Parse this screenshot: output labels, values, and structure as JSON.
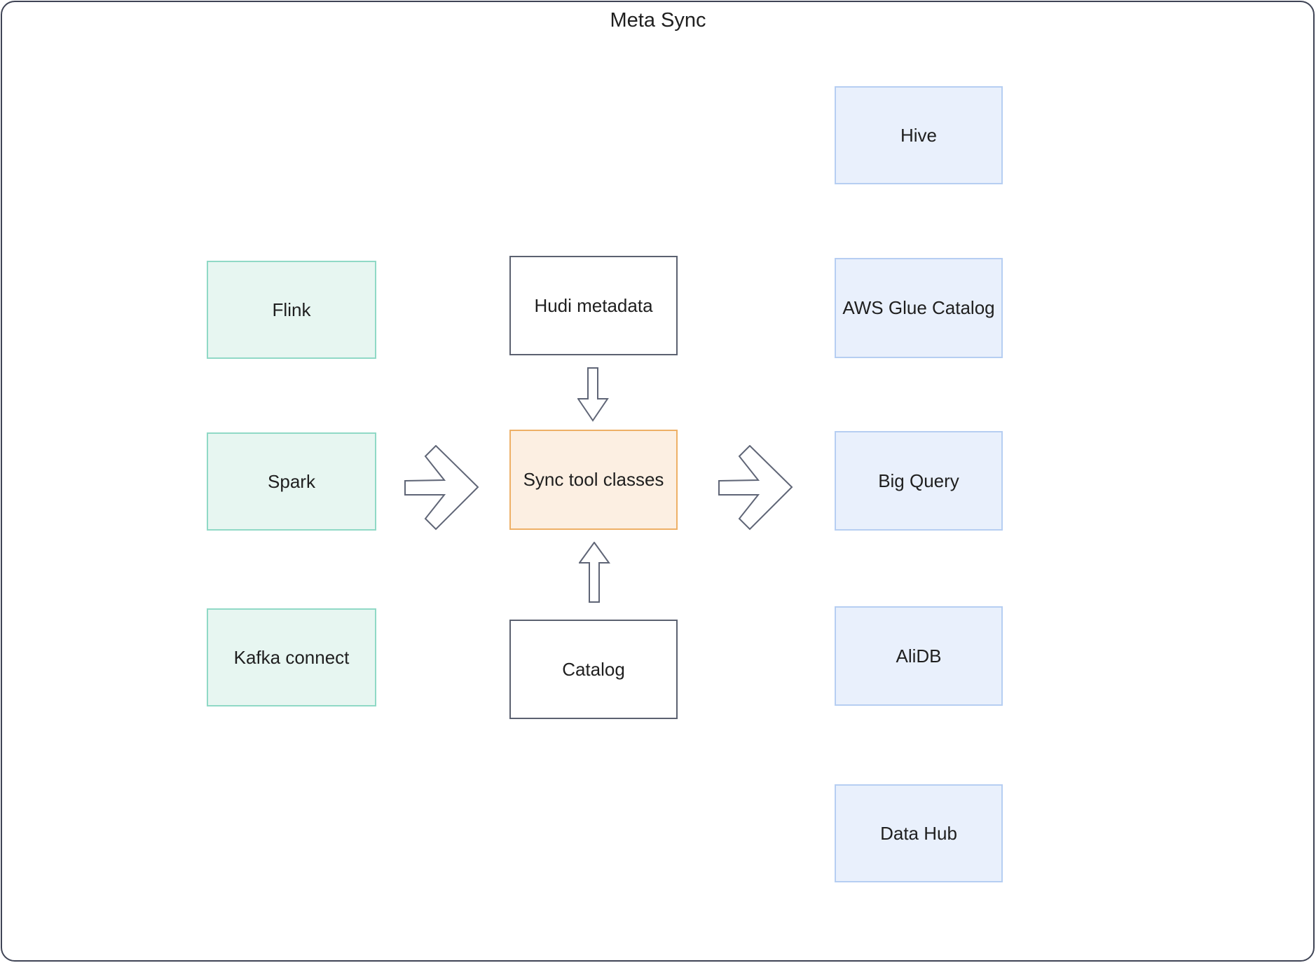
{
  "title": "Meta Sync",
  "colors": {
    "text": "#1f1f1f",
    "canvas_border": "#3f4455",
    "source_fill": "#e7f6f1",
    "source_border": "#90d9c6",
    "core_fill": "#fcefe2",
    "core_border": "#eeb066",
    "neutral_border": "#5b6170",
    "target_fill": "#e9f0fc",
    "target_border": "#b6cef2",
    "arrow_outline": "#5f6576"
  },
  "nodes": {
    "flink": {
      "label": "Flink"
    },
    "spark": {
      "label": "Spark"
    },
    "kafka_connect": {
      "label": "Kafka connect"
    },
    "hudi_metadata": {
      "label": "Hudi metadata"
    },
    "sync_tool_classes": {
      "label": "Sync tool classes"
    },
    "catalog": {
      "label": "Catalog"
    },
    "hive": {
      "label": "Hive"
    },
    "aws_glue_catalog": {
      "label": "AWS Glue Catalog"
    },
    "big_query": {
      "label": "Big Query"
    },
    "alidb": {
      "label": "AliDB"
    },
    "data_hub": {
      "label": "Data Hub"
    }
  },
  "edges": [
    {
      "from": "Spark",
      "to": "Sync tool classes",
      "direction": "right"
    },
    {
      "from": "Hudi metadata",
      "to": "Sync tool classes",
      "direction": "down"
    },
    {
      "from": "Catalog",
      "to": "Sync tool classes",
      "direction": "up"
    },
    {
      "from": "Sync tool classes",
      "to": "Big Query",
      "direction": "right"
    }
  ]
}
